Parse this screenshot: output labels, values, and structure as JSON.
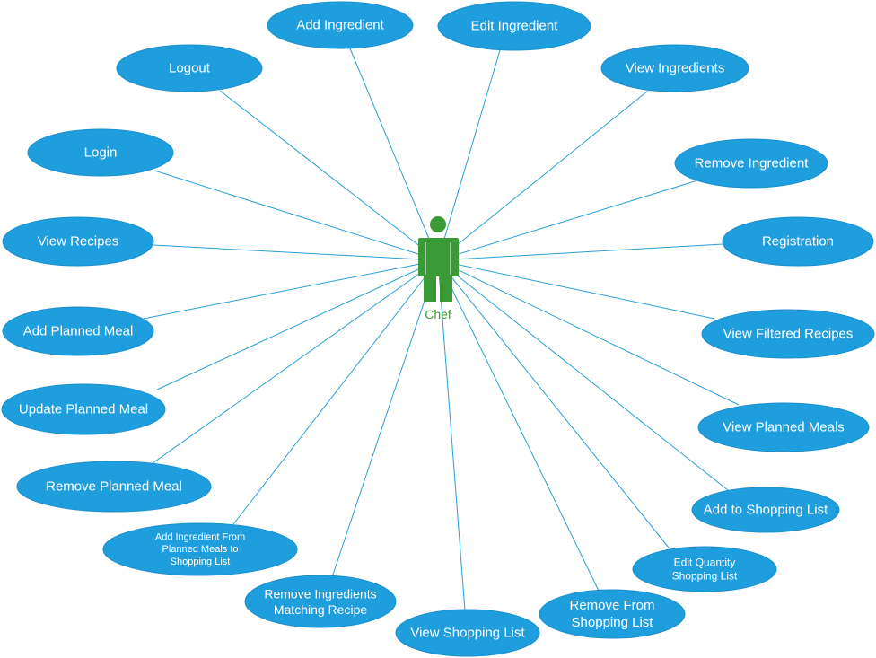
{
  "diagram": {
    "actor": {
      "label": "Chef"
    },
    "use_cases": [
      {
        "id": "add-ingredient",
        "lines": [
          "Add Ingredient"
        ]
      },
      {
        "id": "edit-ingredient",
        "lines": [
          "Edit Ingredient"
        ]
      },
      {
        "id": "logout",
        "lines": [
          "Logout"
        ]
      },
      {
        "id": "view-ingredients",
        "lines": [
          "View Ingredients"
        ]
      },
      {
        "id": "login",
        "lines": [
          "Login"
        ]
      },
      {
        "id": "remove-ingredient",
        "lines": [
          "Remove Ingredient"
        ]
      },
      {
        "id": "view-recipes",
        "lines": [
          "View Recipes"
        ]
      },
      {
        "id": "registration",
        "lines": [
          "Registration"
        ]
      },
      {
        "id": "add-planned-meal",
        "lines": [
          "Add Planned Meal"
        ]
      },
      {
        "id": "view-filtered-recipes",
        "lines": [
          "View Filtered Recipes"
        ]
      },
      {
        "id": "update-planned-meal",
        "lines": [
          "Update Planned Meal"
        ]
      },
      {
        "id": "view-planned-meals",
        "lines": [
          "View Planned Meals"
        ]
      },
      {
        "id": "remove-planned-meal",
        "lines": [
          "Remove Planned Meal"
        ]
      },
      {
        "id": "add-to-shopping-list",
        "lines": [
          "Add to Shopping List"
        ]
      },
      {
        "id": "add-ingredient-from-planned-meals",
        "lines": [
          "Add Ingredient From",
          "Planned Meals to",
          "Shopping List"
        ]
      },
      {
        "id": "edit-quantity-shopping-list",
        "lines": [
          "Edit Quantity",
          "Shopping List"
        ]
      },
      {
        "id": "remove-ingredients-matching-recipe",
        "lines": [
          "Remove Ingredients",
          "Matching Recipe"
        ]
      },
      {
        "id": "remove-from-shopping-list",
        "lines": [
          "Remove From",
          "Shopping List"
        ]
      },
      {
        "id": "view-shopping-list",
        "lines": [
          "View Shopping List"
        ]
      }
    ],
    "colors": {
      "ellipse_fill": "#1f9ede",
      "ellipse_stroke": "#1b8fcb",
      "connector": "#2a9fd6",
      "actor": "#3a9a35",
      "text": "#ffffff"
    }
  }
}
